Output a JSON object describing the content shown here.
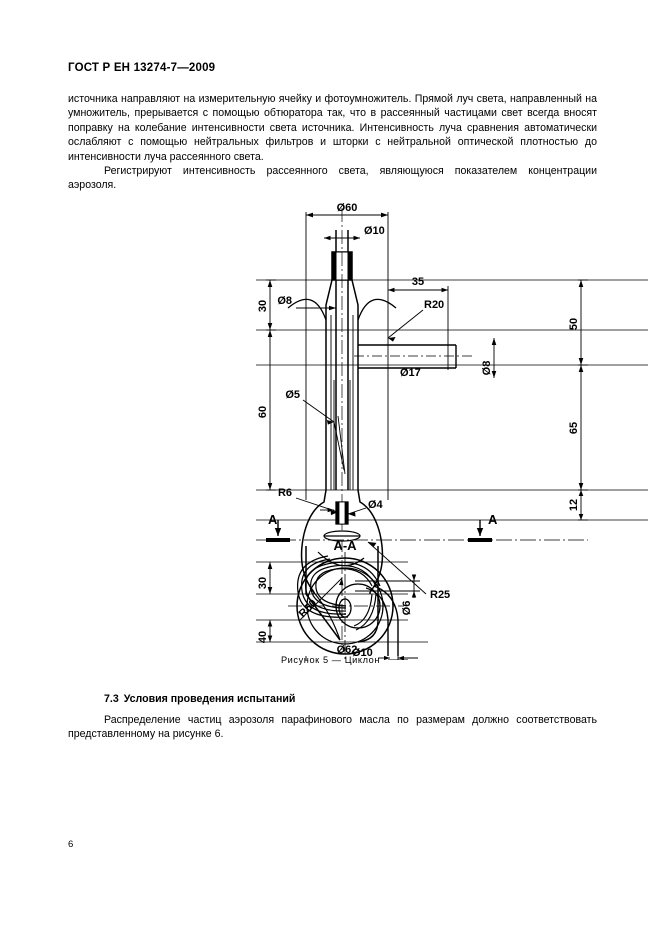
{
  "document": {
    "standard_header": "ГОСТ Р ЕН 13274-7—2009",
    "page_number": "6"
  },
  "main_text": {
    "paragraph_1": "источника направляют на измерительную ячейку и фотоумножитель. Прямой луч света, направленный на умножитель, прерывается с помощью обтюратора так, что в рассеянный частицами свет всегда вносят поправку на колебание интенсивности света источника. Интенсивность луча сравнения автоматически ослабляют с помощью нейтральных фильтров и шторки с нейтральной оптической плотностью до интенсивности луча рассеянного света.",
    "paragraph_2": "Регистрируют интенсивность рассеянного света, являющуюся показателем концентрации аэрозоля."
  },
  "figure": {
    "caption": "Рисунок 5 — Циклон",
    "section_label": "A-A",
    "section_mark_left": "A",
    "section_mark_right": "A",
    "dimensions": {
      "d60": "Ø60",
      "d10_top": "Ø10",
      "len_35": "35",
      "r20": "R20",
      "h50": "50",
      "d8_left": "Ø8",
      "h30_left": "30",
      "d5_left": "Ø5",
      "h60_left": "60",
      "d17": "Ø17",
      "d8_right": "Ø8",
      "h65": "65",
      "r6": "R6",
      "d4": "Ø4",
      "h12": "12",
      "r25": "R25",
      "h30_lower": "30",
      "r50": "R50",
      "h40": "40",
      "d10_bottom": "Ø10",
      "d62": "Ø62",
      "d6_section": "Ø6"
    }
  },
  "section_73": {
    "number": "7.3",
    "title": "Условия проведения испытаний",
    "body": "Распределение частиц аэрозоля парафинового масла по размерам должно соответствовать представленному на рисунке 6."
  }
}
